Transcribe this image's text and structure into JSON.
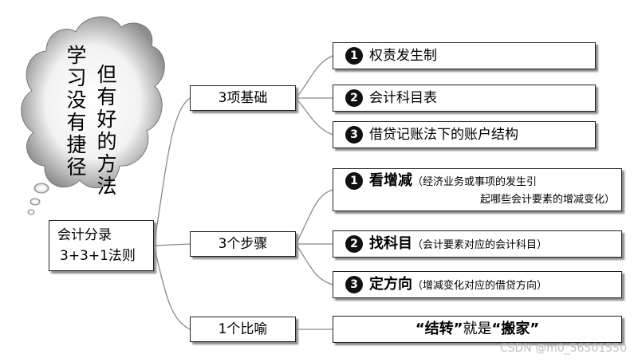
{
  "cloud": {
    "column1": "学习没有捷径",
    "column2": "但有好的方法"
  },
  "root": {
    "line1": "会计分录",
    "line2": "3+3+1法则"
  },
  "branches": [
    {
      "label": "3项基础",
      "items": [
        {
          "num": "1",
          "text": "权责发生制"
        },
        {
          "num": "2",
          "text": "会计科目表"
        },
        {
          "num": "3",
          "text": "借贷记账法下的账户结构"
        }
      ]
    },
    {
      "label": "3个步骤",
      "items": [
        {
          "num": "1",
          "bold": "看增减",
          "note1": "（经济业务或事项的发生引",
          "note2": "起哪些会计要素的增减变化）"
        },
        {
          "num": "2",
          "bold": "找科目",
          "note1": "（会计要素对应的会计科目）"
        },
        {
          "num": "3",
          "bold": "定方向",
          "note1": "（增减变化对应的借贷方向）"
        }
      ]
    },
    {
      "label": "1个比喻",
      "items": [
        {
          "q1": "“结转”",
          "mid": "就是",
          "q2": "“搬家”"
        }
      ]
    }
  ],
  "watermark": "CSDN @m0_56501550"
}
